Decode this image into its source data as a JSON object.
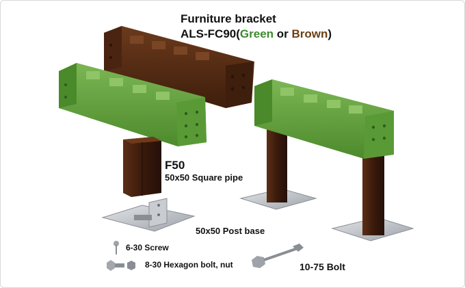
{
  "title": "Furniture bracket",
  "model": {
    "prefix": "ALS-FC90(",
    "green": "Green",
    "or": " or ",
    "brown": "Brown",
    "suffix": ")"
  },
  "parts": {
    "pipe_code": "F50",
    "pipe_desc": "50x50 Square pipe",
    "post_base": "50x50 Post base",
    "screw": "6-30 Screw",
    "hex_bolt": "8-30 Hexagon bolt, nut",
    "bolt": "10-75 Bolt"
  },
  "colors": {
    "green_bracket": "#5f9a3a",
    "brown_bracket": "#5a2e14",
    "post": "#4a2412",
    "steel": "#b8bcc2"
  }
}
